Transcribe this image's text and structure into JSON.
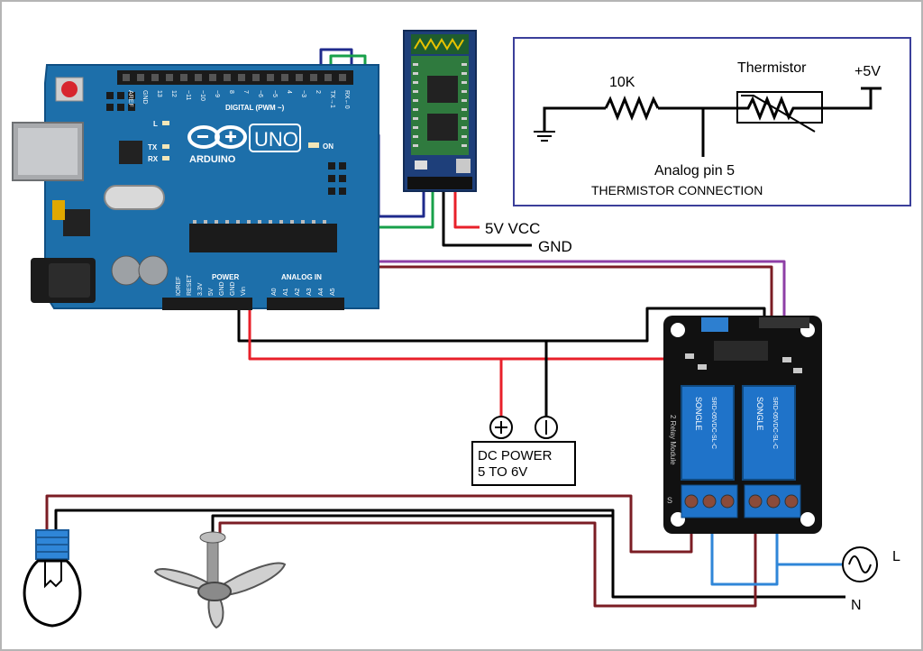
{
  "arduino": {
    "brand": "ARDUINO",
    "model": "UNO",
    "digital_label": "DIGITAL (PWM ~)",
    "power_label": "POWER",
    "analog_label": "ANALOG IN",
    "on_label": "ON",
    "led_labels": [
      "L",
      "TX",
      "RX"
    ],
    "digital_pins": [
      "AREF",
      "GND",
      "13",
      "12",
      "~11",
      "~10",
      "~9",
      "8",
      "7",
      "~6",
      "~5",
      "4",
      "~3",
      "2",
      "TX→1",
      "RX←0"
    ],
    "power_pins": [
      "IOREF",
      "RESET",
      "3.3V",
      "5V",
      "GND",
      "GND",
      "Vin"
    ],
    "analog_pins": [
      "A0",
      "A1",
      "A2",
      "A3",
      "A4",
      "A5"
    ]
  },
  "bluetooth": {
    "vcc_label": "5V VCC",
    "gnd_label": "GND"
  },
  "thermistor_box": {
    "resistor_label": "10K",
    "thermistor_label": "Thermistor",
    "supply_label": "+5V",
    "pin_label": "Analog pin 5",
    "caption": "THERMISTOR CONNECTION"
  },
  "dc_power": {
    "line1": "DC POWER",
    "line2": "5 TO 6V"
  },
  "relay": {
    "brand": "SONGLE",
    "coil": "SRD-05VDC-SL-C",
    "board_text": "2 Relay Module",
    "side_label": "S"
  },
  "ac_source": {
    "live_label": "L",
    "neutral_label": "N"
  },
  "colors": {
    "wire_red": "#e8202a",
    "wire_black": "#000000",
    "wire_purple": "#8e3fa6",
    "wire_navy": "#1f2a8c",
    "wire_green": "#18a04a",
    "wire_maroon": "#7b1d24",
    "wire_blue": "#2f86d8",
    "arduino_blue": "#1d6faa",
    "relay_blue": "#1f73c9",
    "frame": "#3b3f9a"
  }
}
